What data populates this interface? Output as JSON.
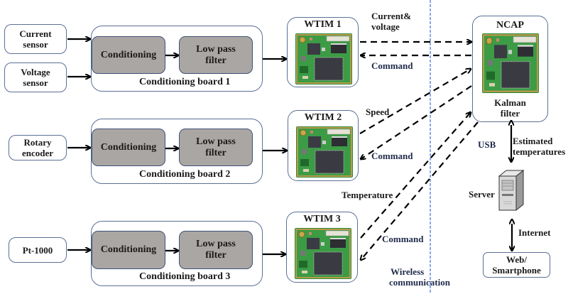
{
  "sensors": [
    {
      "label_line1": "Current",
      "label_line2": "sensor"
    },
    {
      "label_line1": "Voltage",
      "label_line2": "sensor"
    },
    {
      "label_line1": "Rotary",
      "label_line2": "encoder"
    },
    {
      "label_line1": "Pt-1000",
      "label_line2": ""
    }
  ],
  "boards": [
    {
      "conditioning": "Conditioning",
      "filter_line1": "Low pass",
      "filter_line2": "filter",
      "label": "Conditioning board 1"
    },
    {
      "conditioning": "Conditioning",
      "filter_line1": "Low pass",
      "filter_line2": "filter",
      "label": "Conditioning board 2"
    },
    {
      "conditioning": "Conditioning",
      "filter_line1": "Low pass",
      "filter_line2": "filter",
      "label": "Conditioning board 3"
    }
  ],
  "wtims": [
    {
      "title": "WTIM 1"
    },
    {
      "title": "WTIM 2"
    },
    {
      "title": "WTIM 3"
    }
  ],
  "ncap": {
    "title": "NCAP",
    "caption_line1": "Kalman",
    "caption_line2": "filter"
  },
  "links": {
    "wtim1_up_line1": "Current&",
    "wtim1_up_line2": "voltage",
    "wtim1_down": "Command",
    "wtim2_up": "Speed",
    "wtim2_down": "Command",
    "wtim3_up": "Temperature",
    "wtim3_down": "Command",
    "wireless_line1": "Wireless",
    "wireless_line2": "communication",
    "usb": "USB",
    "estimated_line1": "Estimated",
    "estimated_line2": "temperatures",
    "internet": "Internet"
  },
  "server": {
    "label": "Server"
  },
  "web": {
    "label_line1": "Web/",
    "label_line2": "Smartphone"
  },
  "colors": {
    "box_border": "#5b6f96",
    "grey_fill": "#aaa6a3",
    "divider": "#3a6fd8",
    "pcb_green": "#2e8a3a"
  }
}
